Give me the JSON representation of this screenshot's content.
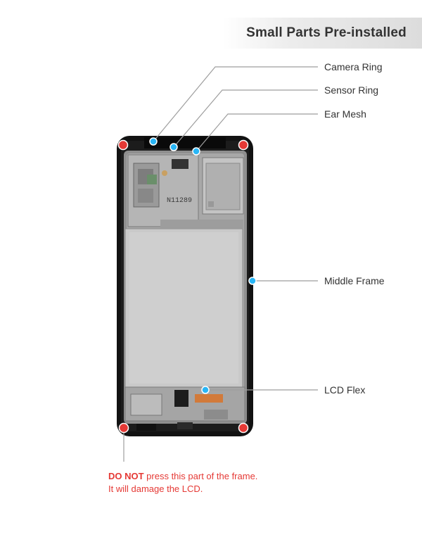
{
  "banner": {
    "title": "Small Parts Pre-installed"
  },
  "callouts": {
    "camera_ring": "Camera Ring",
    "sensor_ring": "Sensor Ring",
    "ear_mesh": "Ear Mesh",
    "middle_frame": "Middle Frame",
    "lcd_flex": "LCD Flex"
  },
  "frame_marking": "N11289",
  "warning": {
    "strong": "DO NOT",
    "line1_rest": " press this part of the frame.",
    "line2": "It will damage the LCD."
  },
  "colors": {
    "marker_blue": "#29b6f6",
    "marker_red": "#e53935",
    "leader_line": "#9e9e9e",
    "warning_text": "#e53935"
  }
}
